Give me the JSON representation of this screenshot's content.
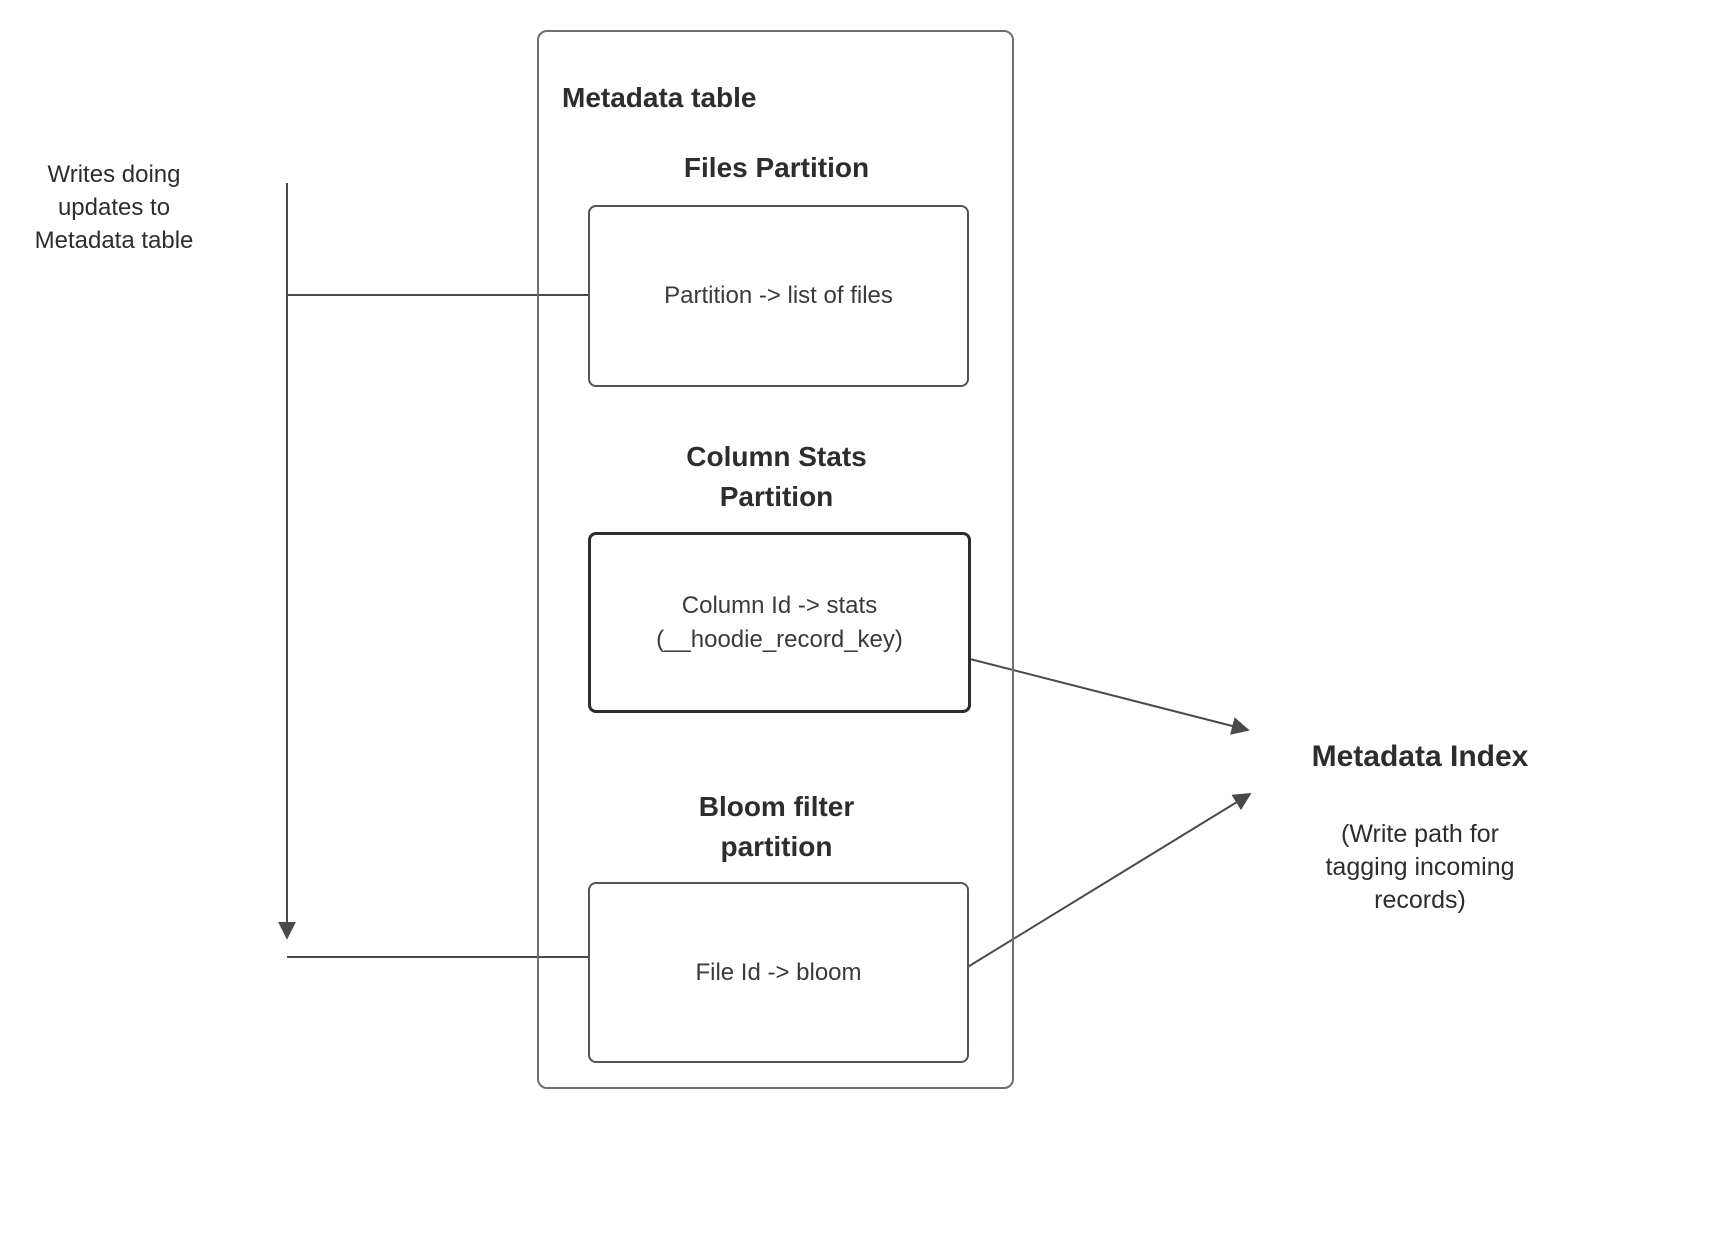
{
  "left_annotation": "Writes doing\nupdates to\nMetadata table",
  "metadata_table": {
    "title": "Metadata table",
    "files_partition": {
      "heading": "Files Partition",
      "box_text": "Partition -> list of files"
    },
    "column_stats_partition": {
      "heading": "Column Stats\nPartition",
      "box_text": "Column Id  -> stats\n(__hoodie_record_key)"
    },
    "bloom_filter_partition": {
      "heading": "Bloom filter\npartition",
      "box_text": "File Id -> bloom"
    }
  },
  "metadata_index": {
    "title": "Metadata Index",
    "subtitle": "(Write path for\ntagging incoming\nrecords)"
  },
  "colors": {
    "text": "#2d2d2d",
    "box_border": "#545454",
    "connector": "#4a4a4a"
  }
}
